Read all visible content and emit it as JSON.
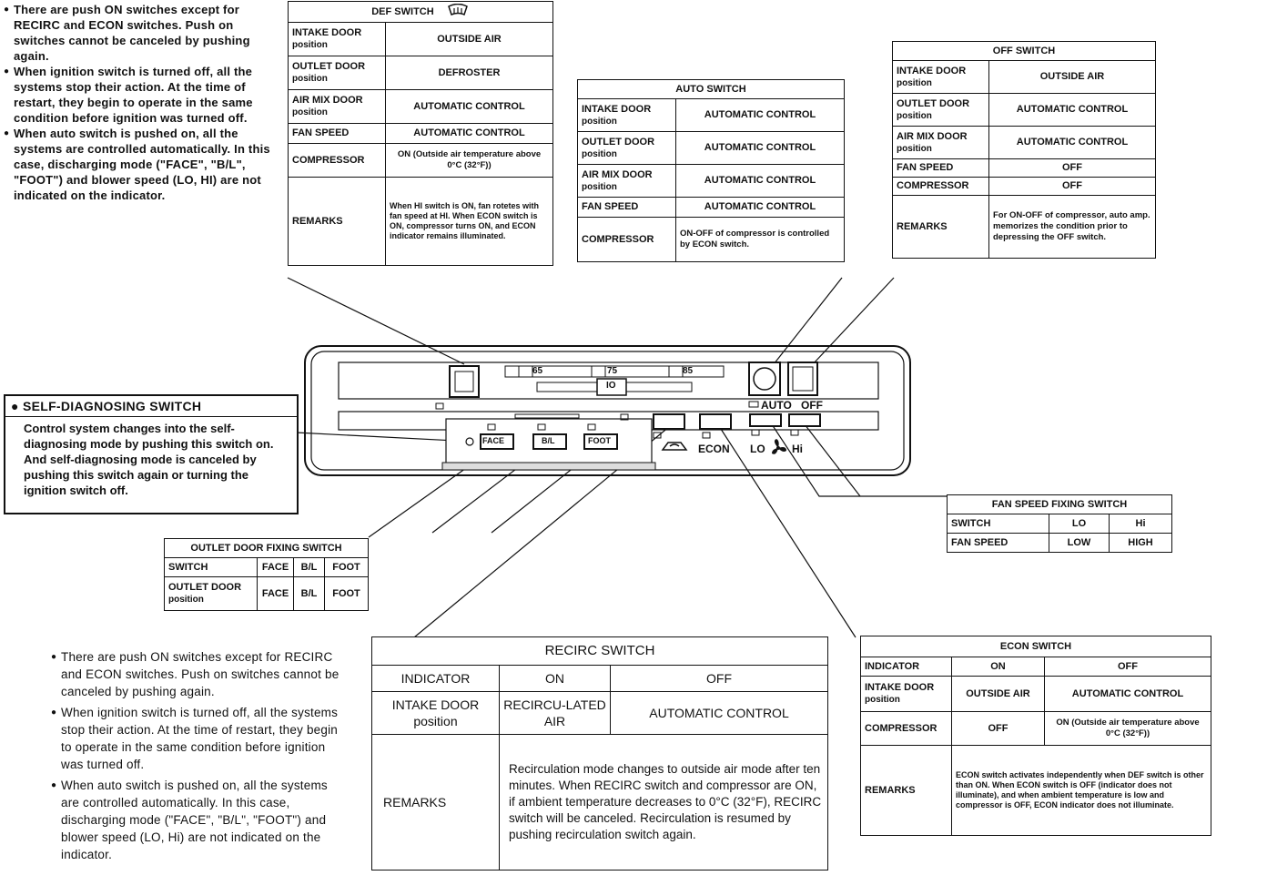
{
  "notes": [
    "There are push ON switches except for RECIRC and ECON switches. Push on switches cannot be canceled by pushing again.",
    "When ignition switch is turned off, all the systems stop their action. At the time of restart, they begin to operate in the same condition before ignition was turned off.",
    "When auto switch is pushed on, all the systems are controlled automatically. In this case, discharging mode (\"FACE\", \"B/L\", \"FOOT\") and blower speed (LO, HI) are not indicated on the indicator."
  ],
  "notes_bottom": [
    "There are push ON switches except for RECIRC and ECON switches. Push on switches cannot be canceled by pushing again.",
    "When ignition switch is turned off, all the systems stop their action. At the time of restart, they begin to operate in the same condition before ignition was turned off.",
    "When auto switch is pushed on, all the systems are controlled automatically. In this case, discharging mode (\"FACE\", \"B/L\", \"FOOT\") and blower speed (LO, Hi) are not indicated on the indicator."
  ],
  "def_switch": {
    "title": "DEF SWITCH",
    "rows": [
      {
        "label": "INTAKE DOOR",
        "sub": "position",
        "value": "OUTSIDE AIR"
      },
      {
        "label": "OUTLET DOOR",
        "sub": "position",
        "value": "DEFROSTER"
      },
      {
        "label": "AIR MIX DOOR",
        "sub": "position",
        "value": "AUTOMATIC CONTROL"
      },
      {
        "label": "FAN SPEED",
        "sub": "",
        "value": "AUTOMATIC CONTROL"
      },
      {
        "label": "COMPRESSOR",
        "sub": "",
        "value": "ON (Outside air temperature above 0°C (32°F))"
      },
      {
        "label": "REMARKS",
        "sub": "",
        "value": "When HI switch is ON, fan rotetes with fan speed at HI. When ECON switch is ON, compressor turns ON, and ECON indicator remains illuminated."
      }
    ]
  },
  "auto_switch": {
    "title": "AUTO SWITCH",
    "rows": [
      {
        "label": "INTAKE DOOR",
        "sub": "position",
        "value": "AUTOMATIC CONTROL"
      },
      {
        "label": "OUTLET DOOR",
        "sub": "position",
        "value": "AUTOMATIC CONTROL"
      },
      {
        "label": "AIR MIX DOOR",
        "sub": "position",
        "value": "AUTOMATIC CONTROL"
      },
      {
        "label": "FAN SPEED",
        "sub": "",
        "value": "AUTOMATIC CONTROL"
      },
      {
        "label": "COMPRESSOR",
        "sub": "",
        "value": "ON-OFF of compressor is controlled by ECON switch."
      }
    ]
  },
  "off_switch": {
    "title": "OFF SWITCH",
    "rows": [
      {
        "label": "INTAKE DOOR",
        "sub": "position",
        "value": "OUTSIDE AIR"
      },
      {
        "label": "OUTLET DOOR",
        "sub": "position",
        "value": "AUTOMATIC CONTROL"
      },
      {
        "label": "AIR MIX DOOR",
        "sub": "position",
        "value": "AUTOMATIC CONTROL"
      },
      {
        "label": "FAN SPEED",
        "sub": "",
        "value": "OFF"
      },
      {
        "label": "COMPRESSOR",
        "sub": "",
        "value": "OFF"
      },
      {
        "label": "REMARKS",
        "sub": "",
        "value": "For ON-OFF of compressor, auto amp. memorizes the condition prior to depressing the OFF switch."
      }
    ]
  },
  "self_diag": {
    "title": "SELF-DIAGNOSING SWITCH",
    "body": "Control system changes into the self-diagnosing mode by pushing this switch on. And self-diagnosing mode is canceled by pushing this switch again or turning the ignition switch off."
  },
  "fan_fixing": {
    "title": "FAN SPEED FIXING SWITCH",
    "header": [
      "SWITCH",
      "LO",
      "Hi"
    ],
    "row": [
      "FAN SPEED",
      "LOW",
      "HIGH"
    ]
  },
  "outlet_fixing": {
    "title": "OUTLET DOOR FIXING SWITCH",
    "header": [
      "SWITCH",
      "FACE",
      "B/L",
      "FOOT"
    ],
    "row_label": "OUTLET DOOR",
    "row_sub": "position",
    "row": [
      "FACE",
      "B/L",
      "FOOT"
    ]
  },
  "recirc_switch": {
    "title": "RECIRC SWITCH",
    "header": [
      "INDICATOR",
      "ON",
      "OFF"
    ],
    "intake_label": "INTAKE DOOR",
    "intake_sub": "position",
    "intake_on": "RECIRCU-LATED AIR",
    "intake_off": "AUTOMATIC CONTROL",
    "remarks_label": "REMARKS",
    "remarks": "Recirculation mode changes to outside air mode after ten minutes. When RECIRC switch and compressor are ON, if ambient temperature decreases to 0°C (32°F), RECIRC switch will be canceled. Recirculation is resumed by pushing recirculation switch again."
  },
  "econ_switch": {
    "title": "ECON SWITCH",
    "header": [
      "INDICATOR",
      "ON",
      "OFF"
    ],
    "intake_label": "INTAKE DOOR",
    "intake_sub": "position",
    "intake_on": "OUTSIDE AIR",
    "intake_off": "AUTOMATIC CONTROL",
    "comp_label": "COMPRESSOR",
    "comp_on": "OFF",
    "comp_off": "ON (Outside air temperature above 0°C (32°F))",
    "remarks_label": "REMARKS",
    "remarks": "ECON switch activates independently when DEF switch is other than ON. When ECON switch is OFF (indicator does not illuminate), and when ambient temperature is low and compressor is OFF, ECON indicator does not illuminate."
  },
  "panel": {
    "temps": [
      "65",
      "75",
      "85"
    ],
    "slider_label": "IO",
    "auto_label": "AUTO",
    "off_label": "OFF",
    "mode_buttons": [
      "FACE",
      "B/L",
      "FOOT"
    ],
    "econ_label": "ECON",
    "lo_label": "LO",
    "hi_label": "Hi"
  }
}
